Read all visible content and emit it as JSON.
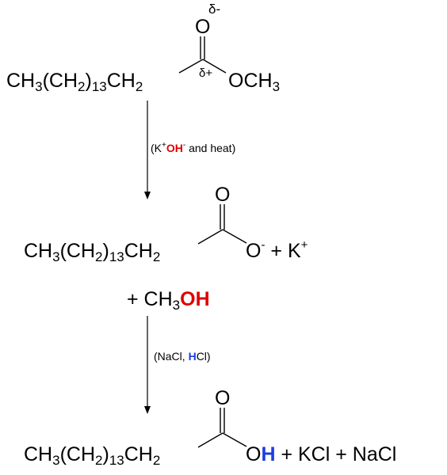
{
  "molecule1": {
    "chain": "CH",
    "sub3": "3",
    "mid": "(CH",
    "sub2": "2",
    "paren_close": ")",
    "sub13": "13",
    "ch2": "CH",
    "sub2b": "2",
    "carbonyl_o": "O",
    "delta_minus": "δ-",
    "delta_plus": "δ+",
    "och3_main": "OCH",
    "och3_sub": "3"
  },
  "step1": {
    "open": "(K",
    "plus": "+",
    "oh": "OH",
    "minus": "-",
    "rest": " and heat)"
  },
  "molecule2": {
    "chain": "CH",
    "sub3": "3",
    "mid": "(CH",
    "sub2": "2",
    "paren_close": ")",
    "sub13": "13",
    "ch2": "CH",
    "sub2b": "2",
    "carbonyl_o": "O",
    "oxy": "O",
    "minus": "-",
    "plus_k": " + K",
    "k_charge": "+"
  },
  "byproduct": {
    "prefix": "+ CH",
    "sub3": "3",
    "oh": "OH"
  },
  "step2": {
    "open": "(NaCl, ",
    "h": "H",
    "rest": "Cl)"
  },
  "molecule3": {
    "chain": "CH",
    "sub3": "3",
    "mid": "(CH",
    "sub2": "2",
    "paren_close": ")",
    "sub13": "13",
    "ch2": "CH",
    "sub2b": "2",
    "carbonyl_o": "O",
    "o": "O",
    "h": "H",
    "rest": " + KCl + NaCl"
  }
}
